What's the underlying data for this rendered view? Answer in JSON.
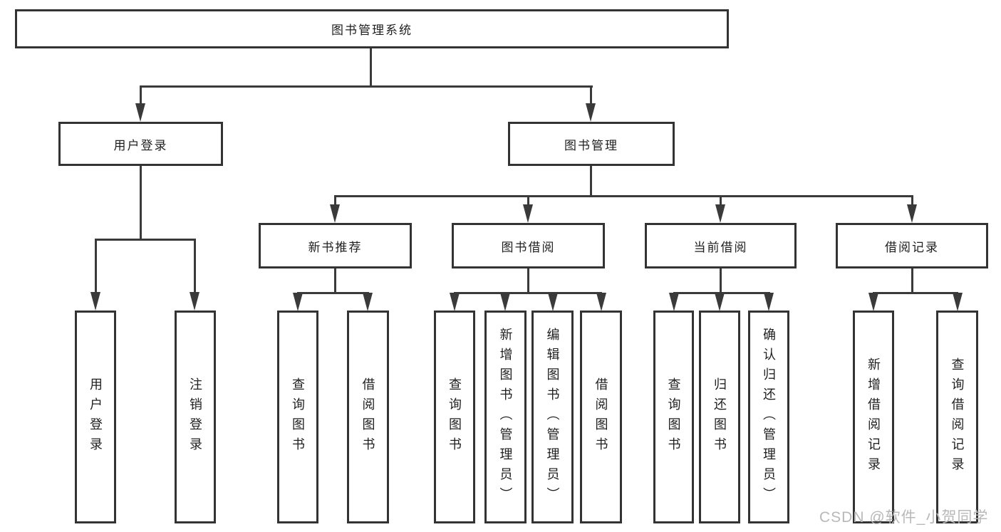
{
  "diagram": {
    "root": "图书管理系统",
    "level1": {
      "user_login": "用户登录",
      "book_management": "图书管理"
    },
    "level2": {
      "new_books": "新书推荐",
      "book_borrow": "图书借阅",
      "current_borrow": "当前借阅",
      "borrow_records": "借阅记录"
    },
    "leaves": {
      "user_login": [
        "用户登录",
        "注销登录"
      ],
      "new_books": [
        "查询图书",
        "借阅图书"
      ],
      "book_borrow": [
        "查询图书",
        "新增图书（管理员）",
        "编辑图书（管理员）",
        "借阅图书"
      ],
      "current_borrow": [
        "查询图书",
        "归还图书",
        "确认归还（管理员）"
      ],
      "borrow_records": [
        "新增借阅记录",
        "查询借阅记录"
      ]
    }
  },
  "watermark": "CSDN @软件_小贺同学",
  "colors": {
    "line": "#3a3a3a",
    "box_border": "#333333",
    "text": "#1f1f1f",
    "background": "#ffffff",
    "watermark": "#b8b8b8"
  }
}
